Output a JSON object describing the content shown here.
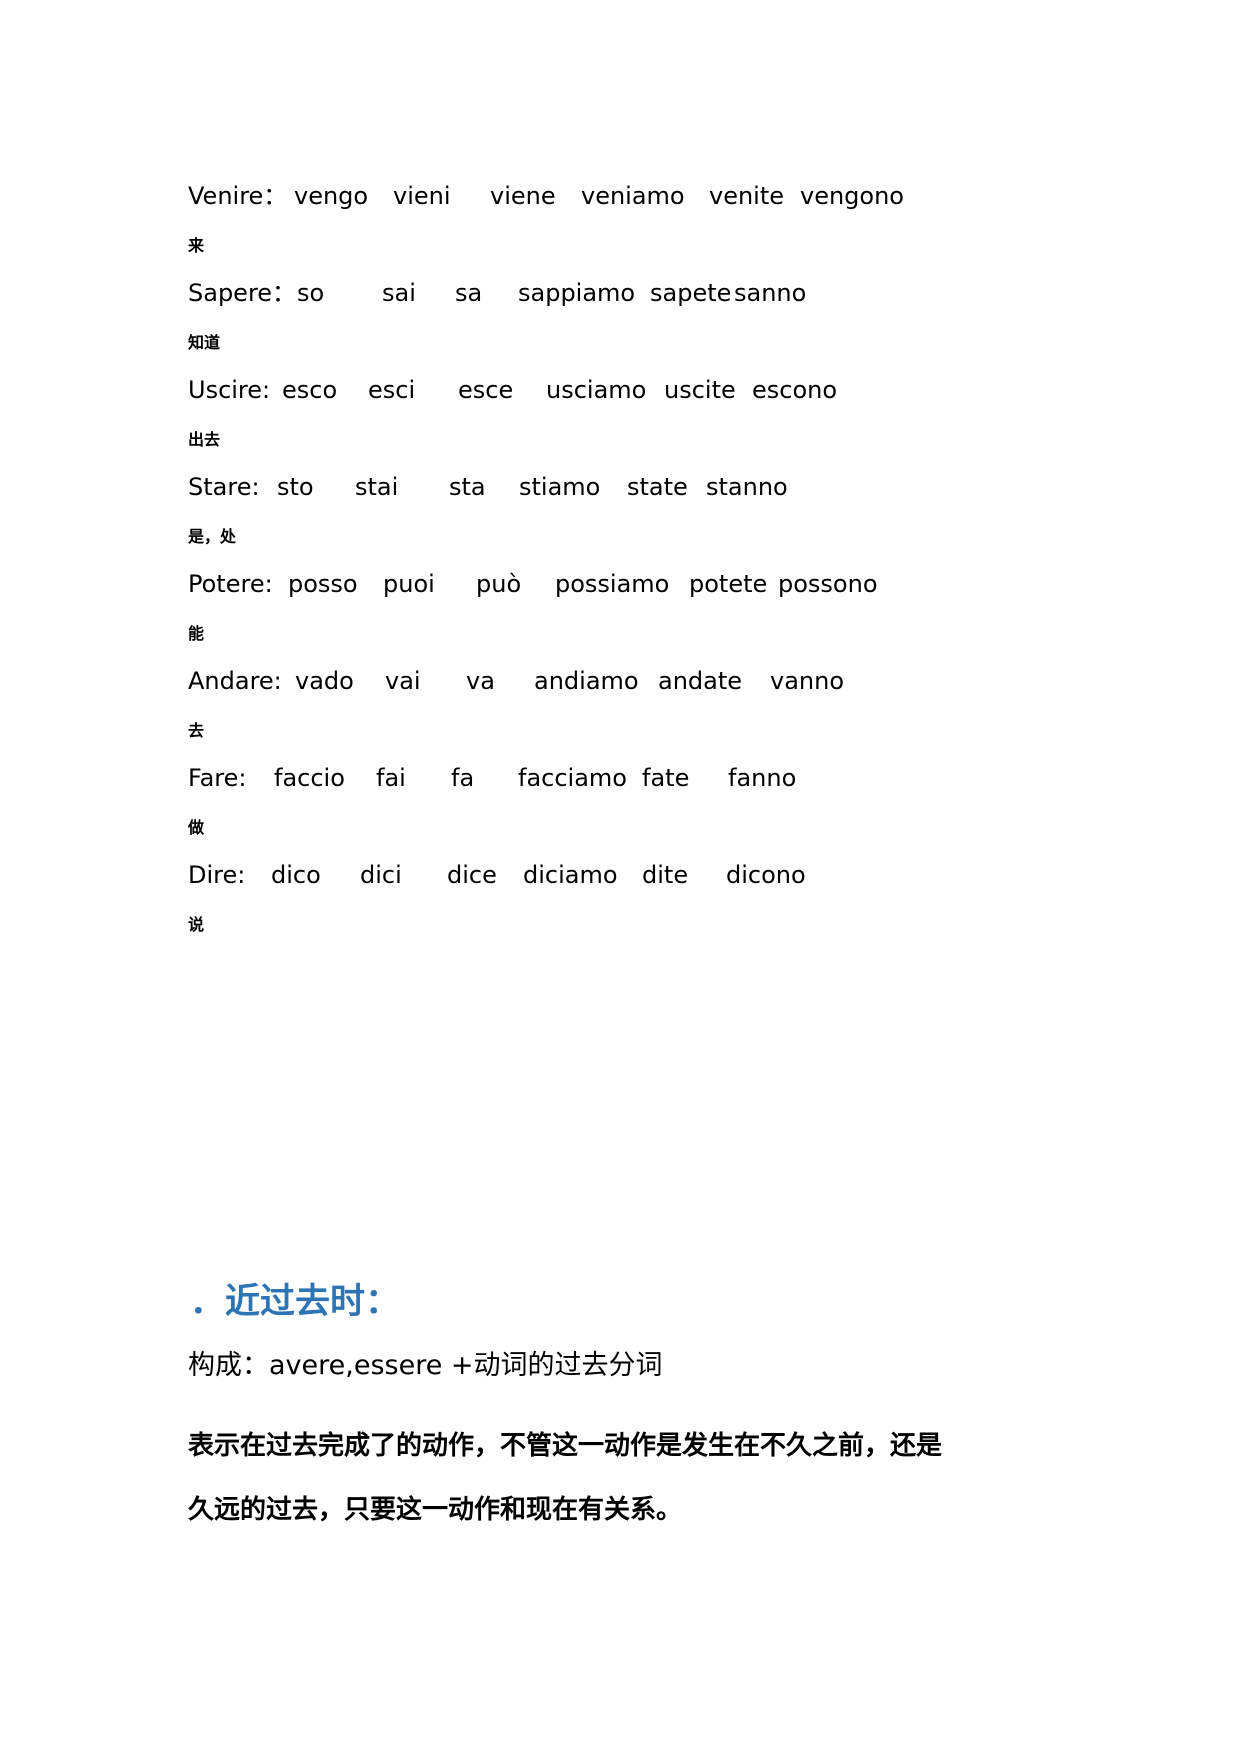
{
  "verbs": [
    {
      "infinitive": "Venire：",
      "forms": [
        "vengo",
        "vieni",
        "viene",
        "veniamo",
        "venite",
        "vengono"
      ],
      "meaning": "来"
    },
    {
      "infinitive": "Sapere：",
      "forms": [
        "so",
        "sai",
        "sa",
        "sappiamo",
        "sapete",
        "sanno"
      ],
      "meaning": "知道"
    },
    {
      "infinitive": "Uscire:",
      "forms": [
        "esco",
        "esci",
        "esce",
        "usciamo",
        "uscite",
        "escono"
      ],
      "meaning": "出去"
    },
    {
      "infinitive": "Stare:",
      "forms": [
        "sto",
        "stai",
        "sta",
        "stiamo",
        "state",
        "stanno"
      ],
      "meaning": "是，处"
    },
    {
      "infinitive": "Potere:",
      "forms": [
        "posso",
        "puoi",
        "può",
        "possiamo",
        "potete",
        "possono"
      ],
      "meaning": "能"
    },
    {
      "infinitive": "Andare:",
      "forms": [
        "vado",
        "vai",
        "va",
        "andiamo",
        "andate",
        "vanno"
      ],
      "meaning": "去"
    },
    {
      "infinitive": "Fare:",
      "forms": [
        "faccio",
        "fai",
        "fa",
        "facciamo",
        "fate",
        "fanno"
      ],
      "meaning": "做"
    },
    {
      "infinitive": "Dire:",
      "forms": [
        "dico",
        "dici",
        "dice",
        "diciamo",
        "dite",
        "dicono"
      ],
      "meaning": "说"
    }
  ],
  "section": {
    "heading": "．近过去时：",
    "heading_color": "#2E74B5",
    "formation": "构成：avere,essere +动词的过去分词",
    "description_lines": [
      "表示在过去完成了的动作，不管这一动作是发生在不久之前，还是",
      "久远的过去，只要这一动作和现在有关系。"
    ]
  }
}
